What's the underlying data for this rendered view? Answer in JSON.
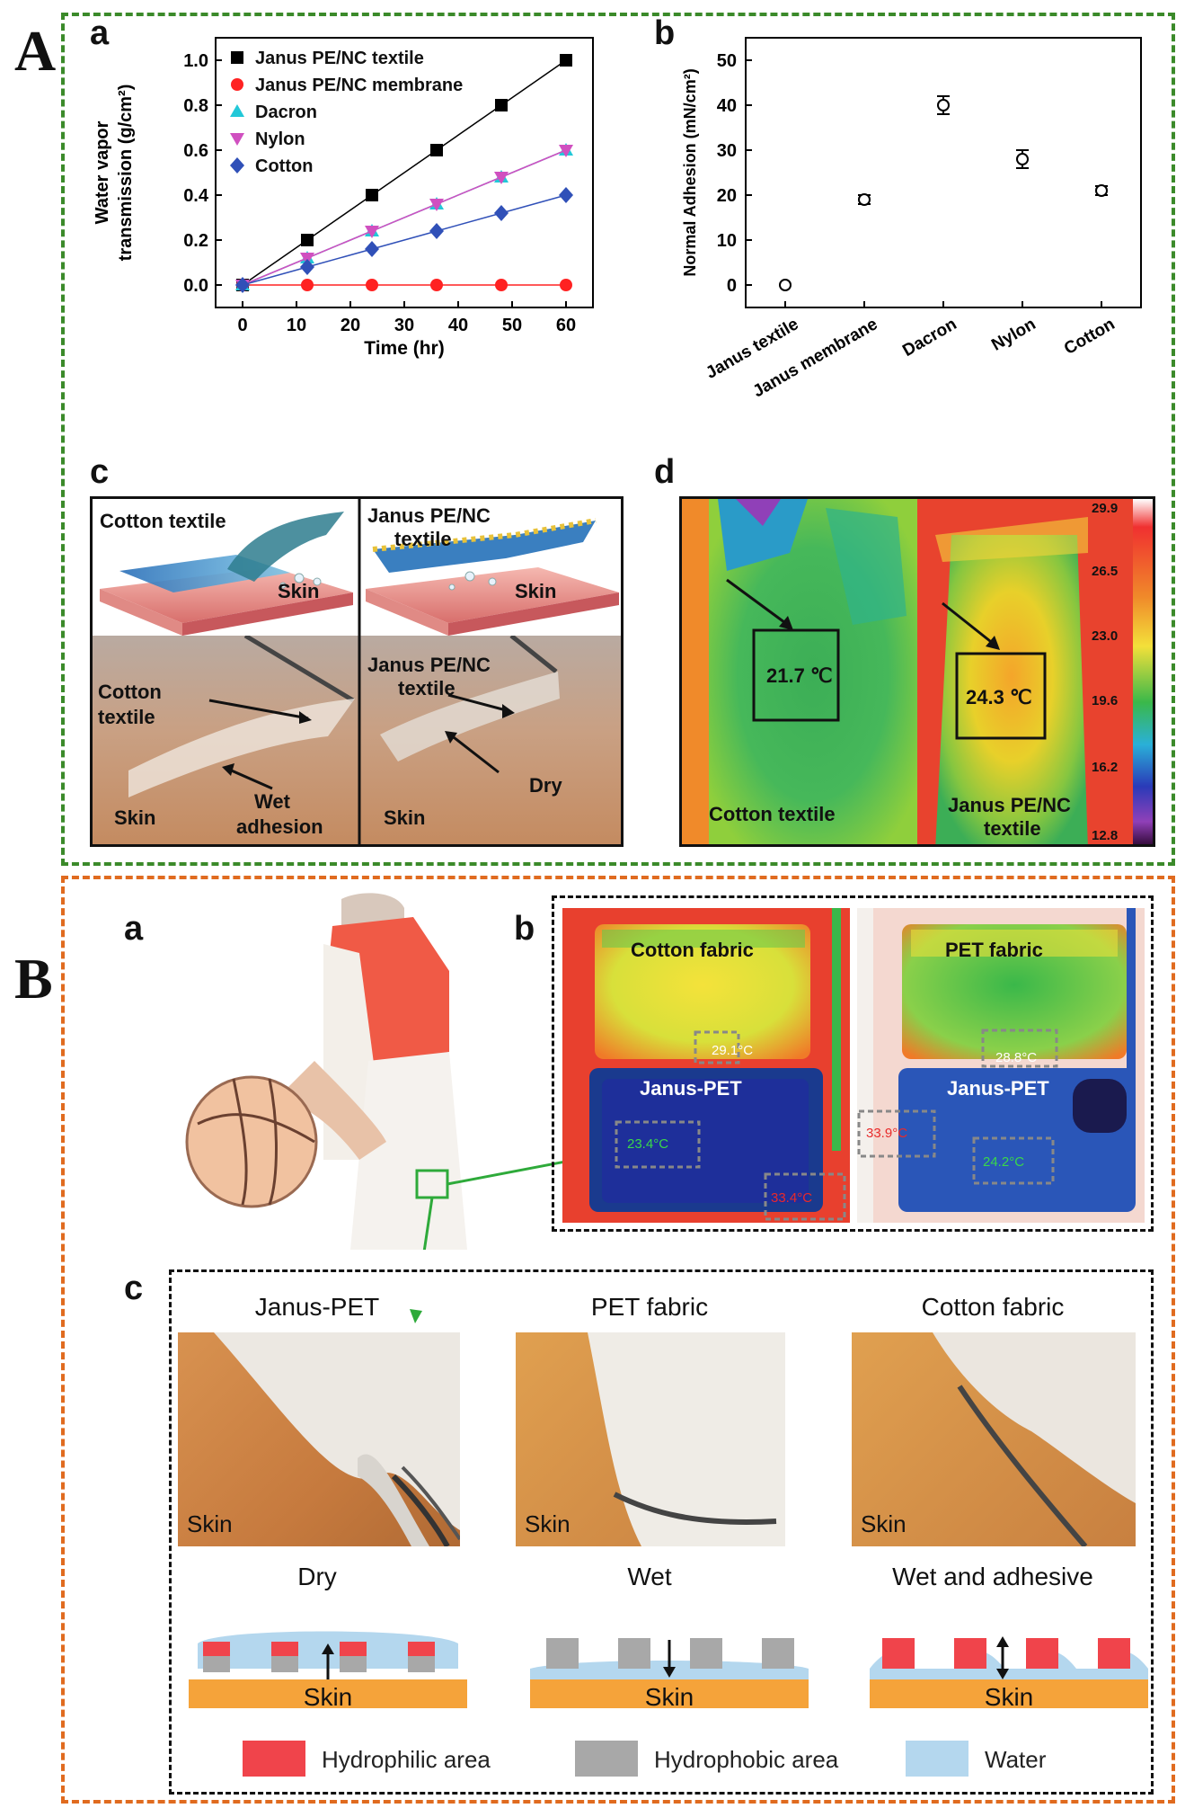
{
  "labels": {
    "A": "A",
    "B": "B"
  },
  "panelA": {
    "a": {
      "letter": "a"
    },
    "b": {
      "letter": "b"
    },
    "c": {
      "letter": "c",
      "left_title": "Cotton textile",
      "right_title_1": "Janus PE/NC",
      "right_title_2": "textile",
      "skin": "Skin",
      "photo_left_label_1": "Cotton",
      "photo_left_label_2": "textile",
      "wet_1": "Wet",
      "wet_2": "adhesion",
      "photo_right_label_1": "Janus PE/NC",
      "photo_right_label_2": "textile",
      "dry": "Dry"
    },
    "d": {
      "letter": "d",
      "left_temp": "21.7 ℃",
      "right_temp": "24.3 ℃",
      "left_label": "Cotton textile",
      "right_label_1": "Janus PE/NC",
      "right_label_2": "textile",
      "scale": [
        "29.9",
        "26.5",
        "23.0",
        "19.6",
        "16.2",
        "12.8"
      ]
    }
  },
  "panelB": {
    "a": {
      "letter": "a"
    },
    "b": {
      "letter": "b",
      "left_title": "Cotton fabric",
      "right_title": "PET fabric",
      "janus": "Janus-PET",
      "t_l1": "29.1°C",
      "t_l2": "23.4°C",
      "t_l3": "33.4°C",
      "t_r1": "28.8°C",
      "t_r2": "33.9°C",
      "t_r3": "24.2°C"
    },
    "c": {
      "letter": "c",
      "titles": [
        "Janus-PET",
        "PET fabric",
        "Cotton fabric"
      ],
      "skin": "Skin",
      "states": [
        "Dry",
        "Wet",
        "Wet and adhesive"
      ],
      "legend": [
        "Hydrophilic area",
        "Hydrophobic area",
        "Water"
      ]
    }
  },
  "colors": {
    "hydrophilic": "#f0444b",
    "hydrophobic": "#a8a8a8",
    "water": "#b4d7ee",
    "skin": "#f5a33a"
  },
  "chart_data": [
    {
      "type": "line",
      "xlabel": "Time (hr)",
      "ylabel": "Water vapor transmission (g/cm²)",
      "x": [
        0,
        12,
        24,
        36,
        48,
        60
      ],
      "xlim": [
        -5,
        65
      ],
      "ylim": [
        -0.1,
        1.1
      ],
      "xticks": [
        "0",
        "10",
        "20",
        "30",
        "40",
        "50",
        "60"
      ],
      "yticks": [
        "0.0",
        "0.2",
        "0.4",
        "0.6",
        "0.8",
        "1.0"
      ],
      "legend_position": "top-left",
      "series": [
        {
          "name": "Janus PE/NC  textile",
          "values": [
            0,
            0.2,
            0.4,
            0.6,
            0.8,
            1.0
          ],
          "color": "#000000",
          "marker": "square"
        },
        {
          "name": "Janus PE/NC membrane",
          "values": [
            0,
            0,
            0,
            0,
            0,
            0
          ],
          "color": "#ff2222",
          "marker": "circle"
        },
        {
          "name": "Dacron",
          "values": [
            0,
            0.12,
            0.24,
            0.36,
            0.48,
            0.6
          ],
          "color": "#22c8d8",
          "marker": "triangle"
        },
        {
          "name": "Nylon",
          "values": [
            0,
            0.12,
            0.24,
            0.36,
            0.48,
            0.6
          ],
          "color": "#d050c0",
          "marker": "triangle-down"
        },
        {
          "name": "Cotton",
          "values": [
            0,
            0.08,
            0.16,
            0.24,
            0.32,
            0.4
          ],
          "color": "#3050b8",
          "marker": "diamond"
        }
      ]
    },
    {
      "type": "scatter",
      "ylabel": "Normal Adhesion (mN/cm²)",
      "categories": [
        "Janus textile",
        "Janus membrane",
        "Dacron",
        "Nylon",
        "Cotton"
      ],
      "values": [
        0,
        19,
        40,
        28,
        21
      ],
      "errors": [
        0,
        1,
        2,
        2,
        1
      ],
      "ylim": [
        -5,
        55
      ],
      "yticks": [
        "0",
        "10",
        "20",
        "30",
        "40",
        "50"
      ]
    }
  ]
}
